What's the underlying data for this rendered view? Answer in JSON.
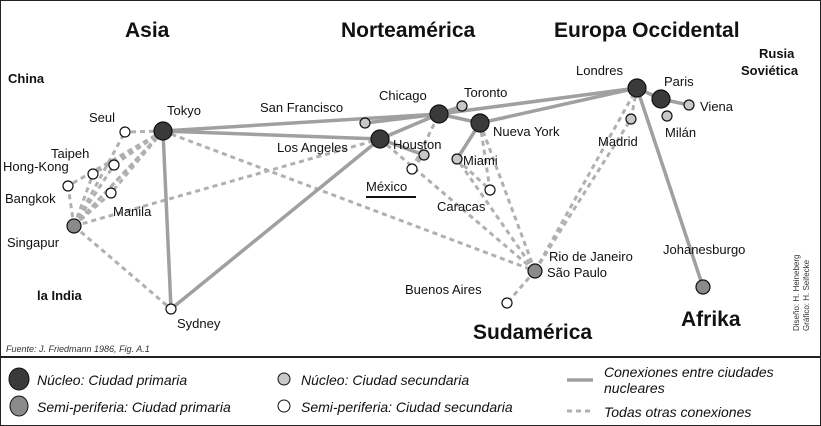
{
  "regions": {
    "asia": "Asia",
    "north_america": "Norteamérica",
    "western_europe": "Europa Occidental",
    "russia_1": "Rusia",
    "russia_2": "Soviética",
    "china": "China",
    "india": "la India",
    "south_america": "Sudamérica",
    "africa": "Afrika"
  },
  "cities": {
    "tokyo": "Tokyo",
    "seoul": "Seul",
    "taipei": "Taipeh",
    "hongkong": "Hong-Kong",
    "bangkok": "Bangkok",
    "manila": "Manila",
    "singapore": "Singapur",
    "sydney": "Sydney",
    "sanfrancisco": "San Francisco",
    "losangeles": "Los Angeles",
    "chicago": "Chicago",
    "toronto": "Toronto",
    "newyork": "Nueva York",
    "houston": "Houston",
    "miami": "Miami",
    "mexico": "México",
    "caracas": "Caracas",
    "rio": "Rio de Janeiro",
    "saopaulo": "São Paulo",
    "buenosaires": "Buenos Aires",
    "london": "Londres",
    "paris": "Paris",
    "vienna": "Viena",
    "milan": "Milán",
    "madrid": "Madrid",
    "johannesburg": "Johanesburgo"
  },
  "source": "Fuente: J. Friedmann 1986, Fig. A.1",
  "credits": {
    "design": "Diseño: H. Heineberg",
    "graphic": "Gráfico: H. Seifecke"
  },
  "legend": {
    "core_primary": "Núcleo: Ciudad primaria",
    "core_secondary": "Núcleo: Ciudad secundaria",
    "semi_primary": "Semi-periferia: Ciudad primaria",
    "semi_secondary": "Semi-periferia: Ciudad secundaria",
    "core_links_1": "Conexiones entre ciudades",
    "core_links_2": "nucleares",
    "other_links": "Todas otras conexiones"
  },
  "colors": {
    "core_primary": "#3a3a3a",
    "core_secondary": "#c8c8c8",
    "semi_primary": "#8a8a8a",
    "semi_secondary": "#ffffff",
    "line": "#a0a0a0"
  }
}
